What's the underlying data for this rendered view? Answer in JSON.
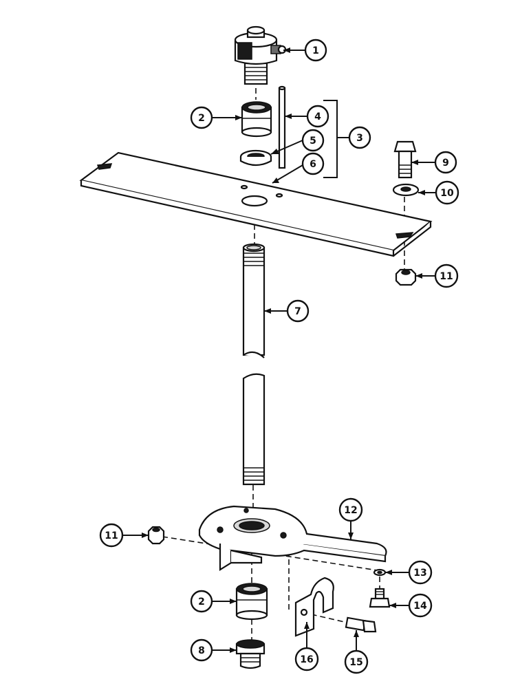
{
  "callouts": [
    {
      "label": "1"
    },
    {
      "label": "2"
    },
    {
      "label": "4"
    },
    {
      "label": "3"
    },
    {
      "label": "5"
    },
    {
      "label": "6"
    },
    {
      "label": "9"
    },
    {
      "label": "10"
    },
    {
      "label": "11"
    },
    {
      "label": "7"
    },
    {
      "label": "12"
    },
    {
      "label": "11"
    },
    {
      "label": "13"
    },
    {
      "label": "2"
    },
    {
      "label": "14"
    },
    {
      "label": "8"
    },
    {
      "label": "16"
    },
    {
      "label": "15"
    }
  ]
}
